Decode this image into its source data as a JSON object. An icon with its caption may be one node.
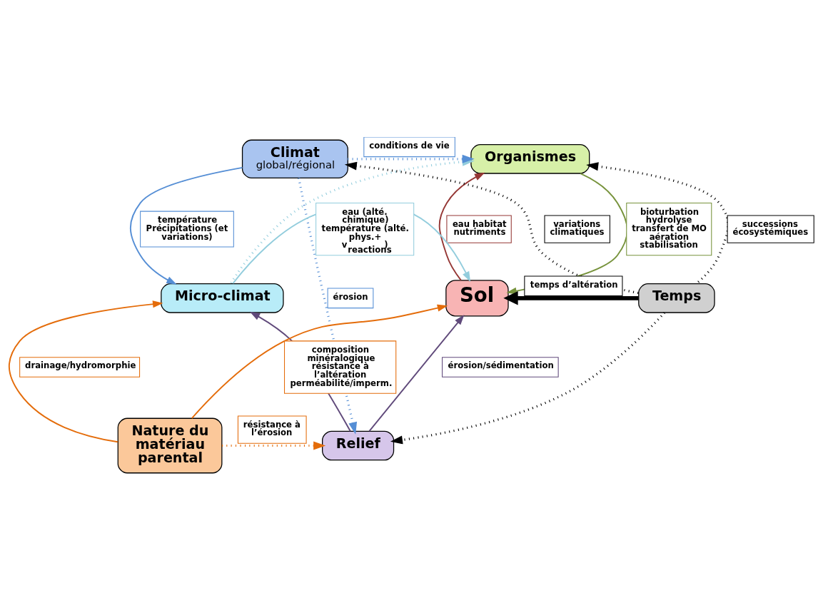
{
  "diagram": {
    "nodes": [
      {
        "text": [
          "Organismes"
        ]
      },
      {
        "text": [
          "Climat",
          "global/régional"
        ]
      },
      {
        "text": [
          "Micro-climat"
        ]
      },
      {
        "text": [
          "Sol"
        ]
      },
      {
        "text": [
          "Temps"
        ]
      },
      {
        "text": [
          "Nature du matériau parental"
        ]
      },
      {
        "text": [
          "Relief"
        ]
      }
    ],
    "edges": [
      {
        "from": 4,
        "to": 1,
        "arrow": "to",
        "style": "dashed",
        "label": "variations climatiques"
      },
      {
        "from": 1,
        "to": 0,
        "arrow": "to",
        "style": "dashed",
        "color": "#558ed5",
        "label": "conditions de vie"
      },
      {
        "from": 2,
        "to": 0,
        "arrow": "to",
        "style": "dashed",
        "color": "#93cddd"
      },
      {
        "from": 1,
        "to": 2,
        "arrow": "to",
        "color": "#558ed5",
        "label": "température Précipitations (et variations)"
      },
      {
        "from": 0,
        "to": 3,
        "arrow": "to",
        "color": "#77933c",
        "label": "bioturbation hydrolyse transfert de MO aération stabilisation"
      },
      {
        "from": 3,
        "to": 0,
        "arrow": "to",
        "color": "#953735",
        "label": "eau habitat nutriments"
      },
      {
        "from": 4,
        "to": 0,
        "arrow": "to",
        "style": "dashed",
        "label": "successions écosystémiques"
      },
      {
        "from": 2,
        "to": 3,
        "arrow": "to",
        "color": "#93cddd",
        "label": "eau (alté. chimique) température (alté. phys.+ v$_{reactions}$)"
      },
      {
        "from": 4,
        "to": 3,
        "arrow": "to",
        "style": "thick",
        "label": "temps d’altération"
      },
      {
        "from": 5,
        "to": 3,
        "arrow": "to",
        "color": "#e46c0a",
        "label": "composition minéralogique résistance à l’altération perméabilité/imperm."
      },
      {
        "from": 6,
        "to": 3,
        "arrow": "to",
        "color": "#604a7b",
        "label": "érosion/sédimentation"
      },
      {
        "from": 5,
        "to": 6,
        "arrow": "to",
        "style": "dashed",
        "color": "#e46c0a",
        "label": "résistance à l’érosion"
      },
      {
        "from": 5,
        "to": 2,
        "arrow": "to",
        "color": "#e46c0a",
        "label": "drainage/hydromorphie"
      },
      {
        "from": 6,
        "to": 2,
        "arrow": "to",
        "color": "#604a7b"
      },
      {
        "from": 1,
        "to": 6,
        "arrow": "to",
        "style": "dashed",
        "color": "#558ed5",
        "label": "érosion"
      },
      {
        "from": 4,
        "to": 6,
        "arrow": "to",
        "style": "dashed"
      }
    ]
  }
}
